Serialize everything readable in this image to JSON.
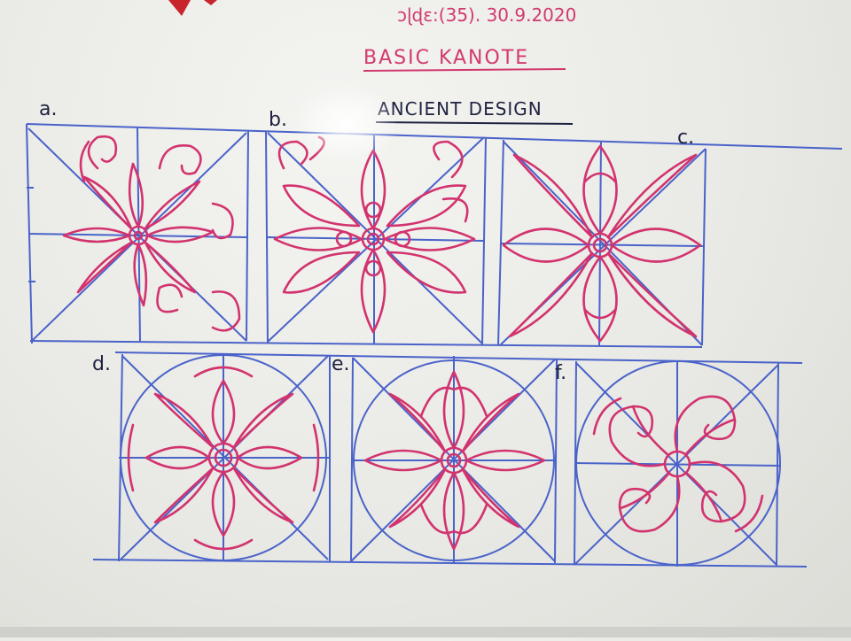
{
  "header": {
    "date_line": "ɔɭɖɛ:(35). 30.9.2020",
    "title": "BASIC KANOTE",
    "subtitle": "ANCIENT DESIGN"
  },
  "panels": [
    {
      "label": "a.",
      "shape": "square"
    },
    {
      "label": "b.",
      "shape": "square"
    },
    {
      "label": "c.",
      "shape": "square"
    },
    {
      "label": "d.",
      "shape": "circle"
    },
    {
      "label": "e.",
      "shape": "circle"
    },
    {
      "label": "f.",
      "shape": "circle"
    }
  ],
  "colors": {
    "grid": "#4a63c9",
    "ink": "#d2336e",
    "board": "#ececE8"
  }
}
